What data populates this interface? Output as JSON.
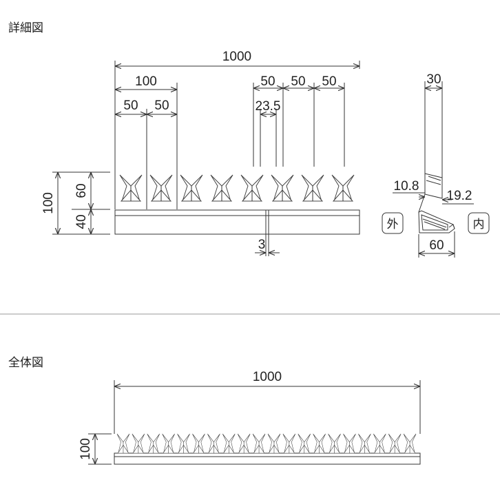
{
  "detail": {
    "title": "詳細図",
    "overall_width": "1000",
    "pitch_pair": "100",
    "pitch_a": "50",
    "pitch_b": "50",
    "pitch_right_1": "50",
    "pitch_right_2": "50",
    "pitch_right_3": "50",
    "gap": "23.5",
    "height_total": "100",
    "height_spike": "60",
    "height_base": "40",
    "slit": "3"
  },
  "section": {
    "top_width": "30",
    "left_offset": "10.8",
    "right_offset": "19.2",
    "base_width": "60",
    "outside_label": "外",
    "inside_label": "内"
  },
  "overview": {
    "title": "全体図",
    "overall_width": "1000",
    "height": "100"
  },
  "colors": {
    "line": "#333333",
    "divider": "#999999"
  },
  "icons": [
    "spike-row",
    "arrow-icon"
  ]
}
